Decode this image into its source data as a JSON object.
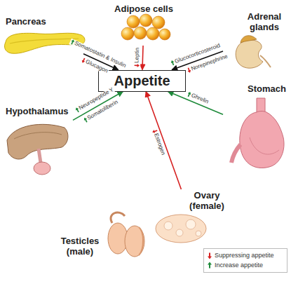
{
  "diagram": {
    "nodes": [
      {
        "text": [
          "Pancreas"
        ]
      },
      {
        "text": [
          "Adipose cells"
        ]
      },
      {
        "text": [
          "Adrenal glands"
        ]
      },
      {
        "text": [
          "Appetite"
        ]
      },
      {
        "text": [
          "Hypothalamus"
        ]
      },
      {
        "text": [
          "Stomach"
        ]
      },
      {
        "text": [
          "Ovary (female)"
        ]
      },
      {
        "text": [
          "Testicles (male)"
        ]
      }
    ],
    "edges": [
      {
        "from": 0,
        "to": 3,
        "label": "Somatostatin & Insulin",
        "arrow": "to"
      },
      {
        "from": 1,
        "to": 3,
        "label": "Leptin",
        "arrow": "to"
      },
      {
        "from": 2,
        "to": 3,
        "label": "Glucocorticosteroid",
        "arrow": "to"
      },
      {
        "from": 4,
        "to": 3,
        "label": "Neuropeptide Y",
        "arrow": "to"
      },
      {
        "from": 5,
        "to": 3,
        "label": "Ghrelin",
        "arrow": "to"
      },
      {
        "from": 6,
        "to": 3,
        "label": "Estrogen",
        "arrow": "to"
      }
    ],
    "labels": [
      "Glucagon",
      "Norepinephrine",
      "Somatoliberin"
    ],
    "legend": [
      {
        "text": "Suppressing appetite"
      },
      {
        "text": "Increase appetite"
      }
    ]
  }
}
